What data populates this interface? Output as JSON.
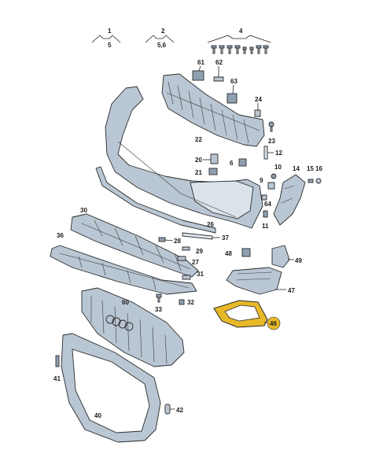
{
  "callouts": {
    "c1": "1",
    "c1s": "5",
    "c2": "2",
    "c2s": "5,6",
    "c4": "4",
    "c61": "61",
    "c62": "62",
    "c63": "63",
    "c24": "24",
    "c23": "23",
    "c22": "22",
    "c20": "20",
    "c21": "21",
    "c6": "6",
    "c12": "12",
    "c10": "10",
    "c14": "14",
    "c15": "15",
    "c16": "16",
    "c9": "9",
    "c64": "64",
    "c11": "11",
    "c26": "26",
    "c30": "30",
    "c36": "36",
    "c28": "28",
    "c37": "37",
    "c29": "29",
    "c27": "27",
    "c31": "31",
    "c48": "48",
    "c49": "49",
    "c47": "47",
    "c60": "60",
    "c33": "33",
    "c32": "32",
    "c46": "46",
    "c41": "41",
    "c42": "42",
    "c40": "40"
  },
  "colors": {
    "part_fill": "#b9c6d3",
    "highlight_fill": "#e7b928",
    "line": "#2b2b2b"
  }
}
